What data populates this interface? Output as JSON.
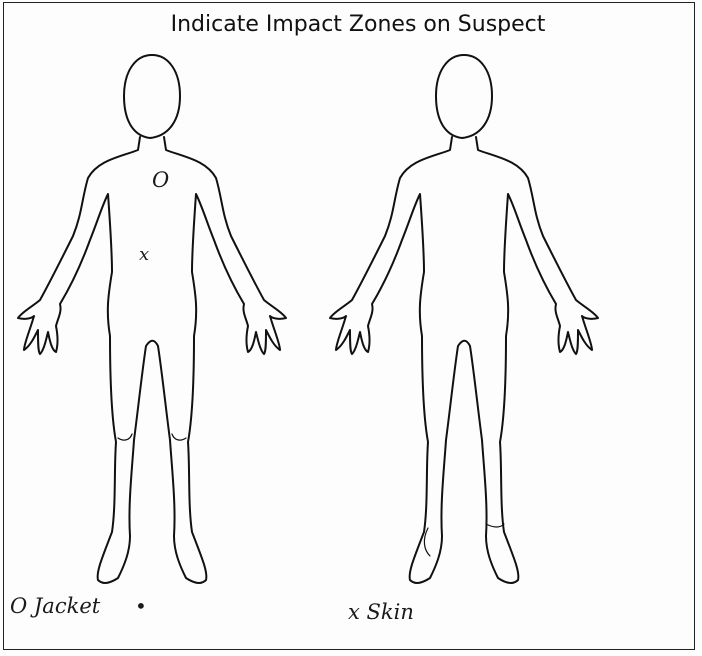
{
  "title": "Indicate Impact Zones on Suspect",
  "figures": {
    "front": "front-view",
    "back": "back-view"
  },
  "marks": {
    "chest": "O",
    "abdomen": "x",
    "stray": "•"
  },
  "legend": {
    "jacket": "O Jacket",
    "skin": "x Skin"
  }
}
